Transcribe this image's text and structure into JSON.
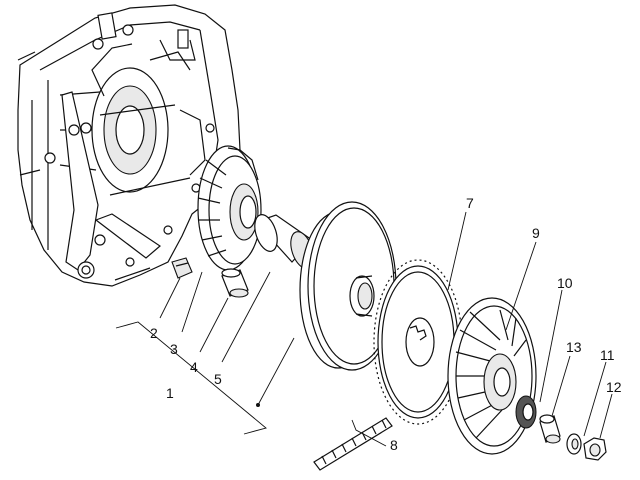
{
  "callouts": [
    {
      "id": "1",
      "text": "1"
    },
    {
      "id": "2",
      "text": "2"
    },
    {
      "id": "3",
      "text": "3"
    },
    {
      "id": "4",
      "text": "4"
    },
    {
      "id": "5",
      "text": "5"
    },
    {
      "id": "7",
      "text": "7"
    },
    {
      "id": "8",
      "text": "8"
    },
    {
      "id": "9",
      "text": "9"
    },
    {
      "id": "10",
      "text": "10"
    },
    {
      "id": "11",
      "text": "11"
    },
    {
      "id": "12",
      "text": "12"
    },
    {
      "id": "13",
      "text": "13"
    }
  ]
}
